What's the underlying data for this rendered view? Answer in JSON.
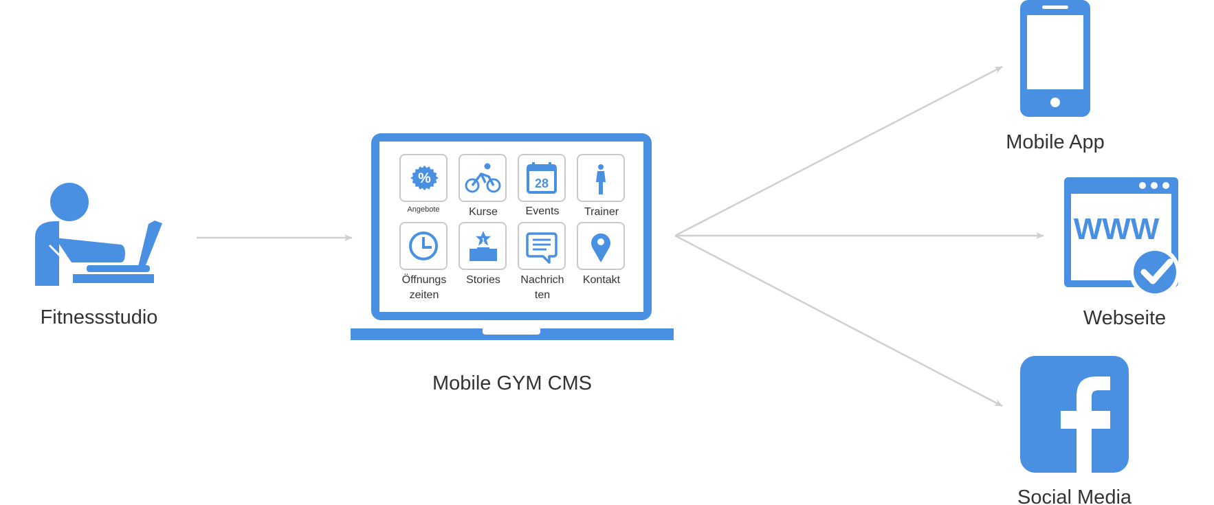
{
  "colors": {
    "accent": "#4a90e2",
    "connector": "#cfcfcf",
    "text": "#333333",
    "tile_border": "#c9c9c9"
  },
  "nodes": {
    "source": {
      "label": "Fitnessstudio",
      "icon": "person-at-laptop-icon"
    },
    "cms": {
      "label": "Mobile GYM CMS",
      "icon": "laptop-icon",
      "tiles": [
        {
          "label": "Angebote",
          "icon": "percent-badge-icon"
        },
        {
          "label": "Kurse",
          "icon": "cyclist-icon"
        },
        {
          "label": "Events",
          "icon": "calendar-icon",
          "calendar_day": "28"
        },
        {
          "label": "Trainer",
          "icon": "person-icon"
        },
        {
          "label_line1": "Öffnungs",
          "label_line2": "zeiten",
          "icon": "clock-icon"
        },
        {
          "label": "Stories",
          "icon": "podium-star-icon",
          "badge": "1"
        },
        {
          "label_line1": "Nachrich",
          "label_line2": "ten",
          "icon": "chat-bubble-icon"
        },
        {
          "label": "Kontakt",
          "icon": "map-pin-icon"
        }
      ]
    },
    "targets": [
      {
        "label": "Mobile App",
        "icon": "smartphone-icon"
      },
      {
        "label": "Webseite",
        "icon": "browser-www-check-icon",
        "icon_text": "WWW"
      },
      {
        "label": "Social Media",
        "icon": "facebook-icon"
      }
    ]
  }
}
